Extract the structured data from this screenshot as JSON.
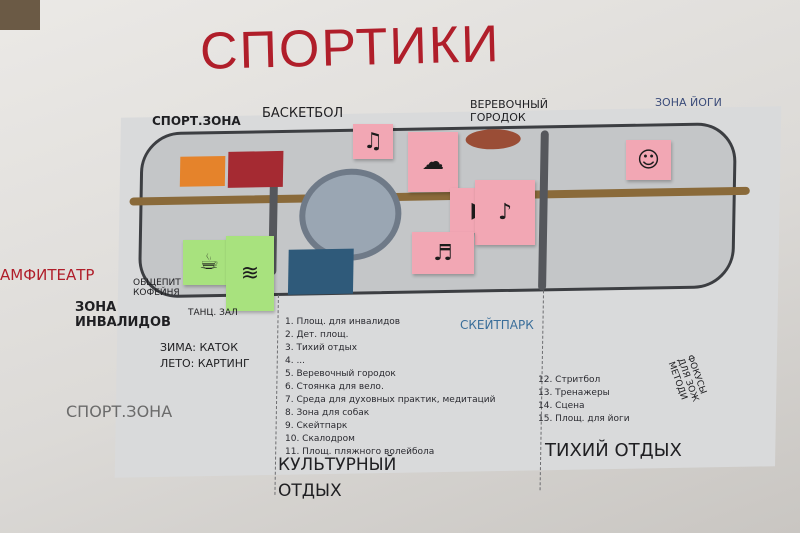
{
  "title": "СПОРТИКИ",
  "zones": {
    "sport_zone_top": "СПОРТ.ЗОНА",
    "basketball": "БАСКЕТБОЛ",
    "rope_town": "ВЕРЕВОЧНЫЙ ГОРОДОК",
    "yoga": "ЗОНА ЙОГИ",
    "amphitheatre": "АМФИТЕАТР",
    "cafe": "ОБЩЕПИТ КОФЕЙНЯ",
    "disabled_zone": "ЗОНА ИНВАЛИДОВ",
    "dance": "ТАНЦ. ЗАЛ",
    "winter_summer": "ЗИМА: КАТОК\nЛЕТО: КАРТИНГ",
    "skatepark": "СКЕЙТПАРК",
    "sport_zone_bottom": "СПОРТ.ЗОНА",
    "cultural": "КУЛЬТУРНЫЙ ОТДЫХ",
    "quiet": "ТИХИЙ ОТДЫХ",
    "right_note": "ФОКУСЫ ДЛЯ ЗОЖ МЕТОДИ"
  },
  "legend_left": [
    "1. Площ. для инвалидов",
    "2. Дет. площ.",
    "3. Тихий отдых",
    "4. ...",
    "5. Веревочный городок",
    "6. Стоянка для вело.",
    "7. Среда для духовных практик, медитаций",
    "8. Зона для собак",
    "9. Скейтпарк",
    "10. Скалодром",
    "11. Площ. пляжного волейбола"
  ],
  "legend_right": [
    "12. Стритбол",
    "13. Тренажеры",
    "14. Сцена",
    "15. Площ. для йоги"
  ],
  "colors": {
    "title": "#b01e2a",
    "sticky_pink": "#f2a7b4",
    "sticky_green": "#a8e27e"
  }
}
